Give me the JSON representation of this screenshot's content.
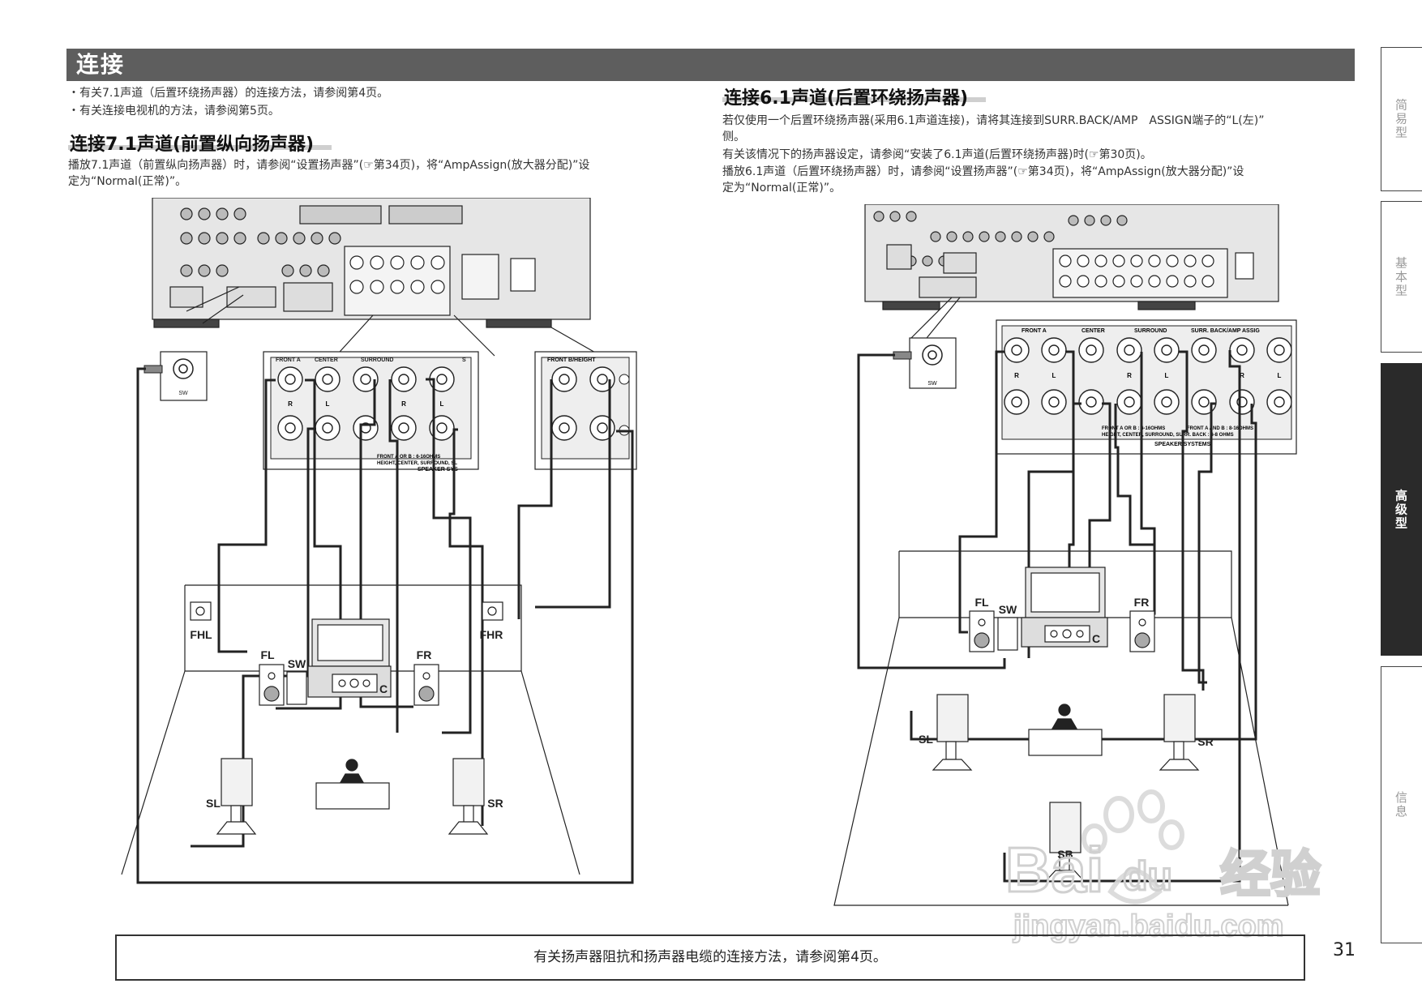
{
  "header": {
    "title": "连接"
  },
  "intro_notes": [
    "・有关7.1声道（后置环绕扬声器）的连接方法，请参阅第4页。",
    "・有关连接电视机的方法，请参阅第5页。"
  ],
  "left_section": {
    "heading": "连接7.1声道(前置纵向扬声器)",
    "body": [
      "播放7.1声道（前置纵向扬声器）时，请参阅“设置扬声器”(☞第34页)，将“AmpAssign(放大器分配)”设",
      "定为“Normal(正常)”。"
    ],
    "diagram": {
      "terminal_labels": [
        "FRONT A",
        "CENTER",
        "SURROUND",
        "S"
      ],
      "terminal_labels_b": [
        "FRONT B/HEIGHT"
      ],
      "rl": [
        "R",
        "L",
        "R",
        "L"
      ],
      "sw_jack": "SW",
      "spec_line1": "FRONT A OR B : 6-16OHMS",
      "spec_line2": "HEIGHT, CENTER, SURROUND, SL",
      "spec_line3": "SPEAKER SYS",
      "speakers": [
        "FHL",
        "FHR",
        "FL",
        "SW",
        "FR",
        "C",
        "SL",
        "SR"
      ]
    }
  },
  "right_section": {
    "heading": "连接6.1声道(后置环绕扬声器)",
    "body": [
      "若仅使用一个后置环绕扬声器(采用6.1声道连接)，请将其连接到SURR.BACK/AMP　ASSIGN端子的“L(左)”",
      "侧。",
      "有关该情况下的扬声器设定，请参阅“安装了6.1声道(后置环绕扬声器)时(☞第30页)。",
      "播放6.1声道（后置环绕扬声器）时，请参阅“设置扬声器”(☞第34页)，将“AmpAssign(放大器分配)”设",
      "定为“Normal(正常)”。"
    ],
    "diagram": {
      "terminal_labels": [
        "FRONT A",
        "CENTER",
        "SURROUND",
        "SURR. BACK/AMP ASSIG"
      ],
      "rl": [
        "R",
        "L",
        "R",
        "L",
        "R",
        "L"
      ],
      "sw_jack": "SW",
      "spec_line1": "FRONT A OR B : 6-16OHMS",
      "spec_line1b": "FRONT A AND B : 8-16OHMS",
      "spec_line2": "HEIGHT, CENTER, SURROUND, SURR. BACK : 6-8 OHMS",
      "spec_line3": "SPEAKER SYSTEMS",
      "speakers": [
        "FL",
        "SW",
        "FR",
        "C",
        "SL",
        "SR",
        "SB"
      ]
    }
  },
  "side_tabs": [
    {
      "label": "简易型",
      "active": false
    },
    {
      "label": "基本型",
      "active": false
    },
    {
      "label": "高级型",
      "active": true
    },
    {
      "label": "信息",
      "active": false
    }
  ],
  "footer": {
    "text": "有关扬声器阻抗和扬声器电缆的连接方法，请参阅第4页。"
  },
  "page_number": "31",
  "watermark": {
    "brand": "Bai",
    "du": "du",
    "jingyan": "经验",
    "url": "jingyan.baidu.com"
  },
  "colors": {
    "banner": "#5e5e5e",
    "active_tab": "#2a2a2a",
    "line": "#222222",
    "panel": "#e6e6e6"
  }
}
